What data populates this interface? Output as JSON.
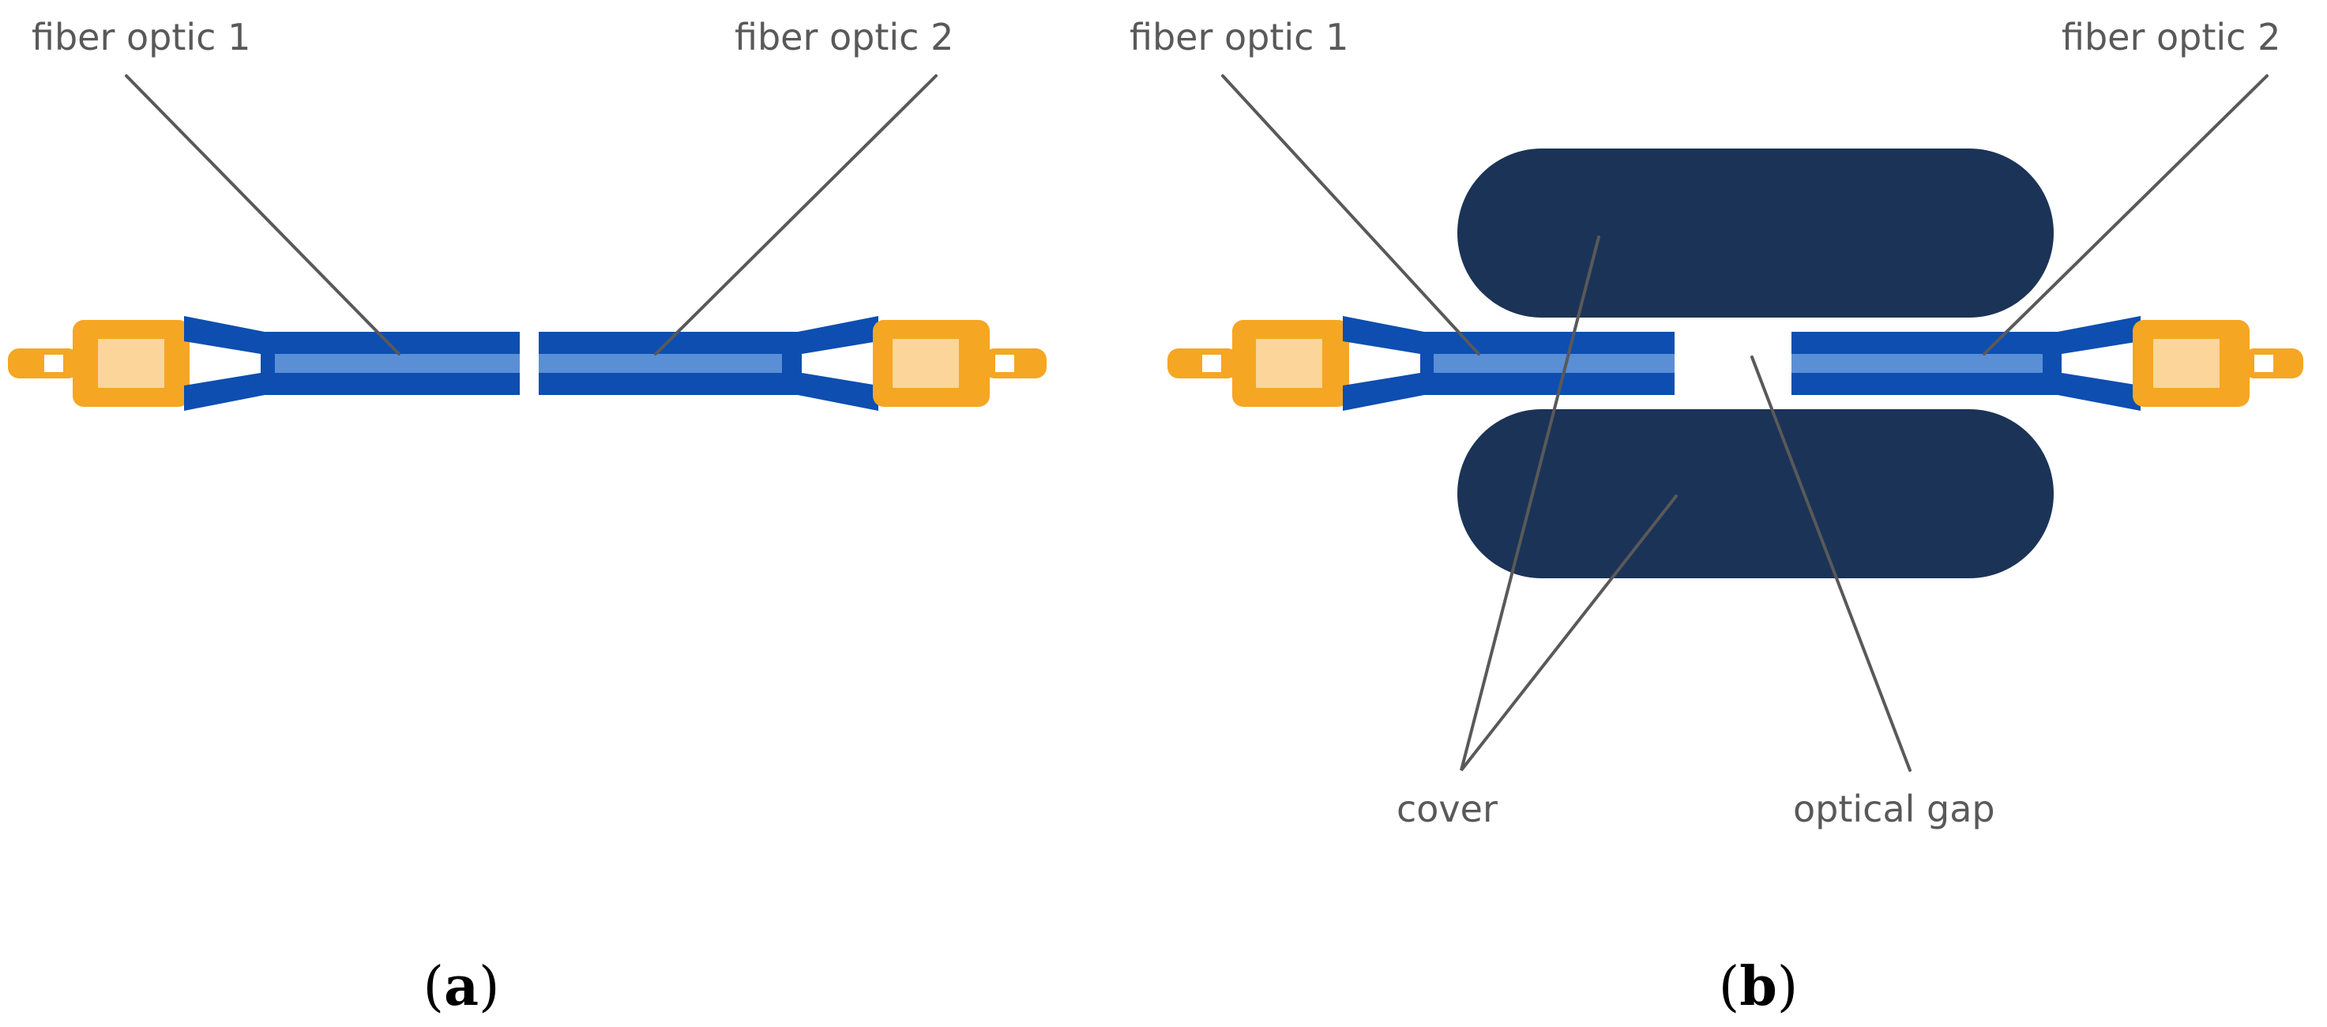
{
  "colors": {
    "connector": "#F5A623",
    "connector_inner": "#FBD59A",
    "fiber_outer": "#0D4EB0",
    "fiber_core": "#5A8FD6",
    "cover": "#1B3357",
    "label": "#595959",
    "leader": "#595959"
  },
  "panel_a": {
    "label_open": "(",
    "label_letter": "a",
    "label_close": ")",
    "fiber1_label": "fiber optic 1",
    "fiber2_label": "fiber optic 2"
  },
  "panel_b": {
    "label_open": "(",
    "label_letter": "b",
    "label_close": ")",
    "fiber1_label": "fiber optic 1",
    "fiber2_label": "fiber optic 2",
    "cover_label": "cover",
    "gap_label": "optical gap"
  }
}
